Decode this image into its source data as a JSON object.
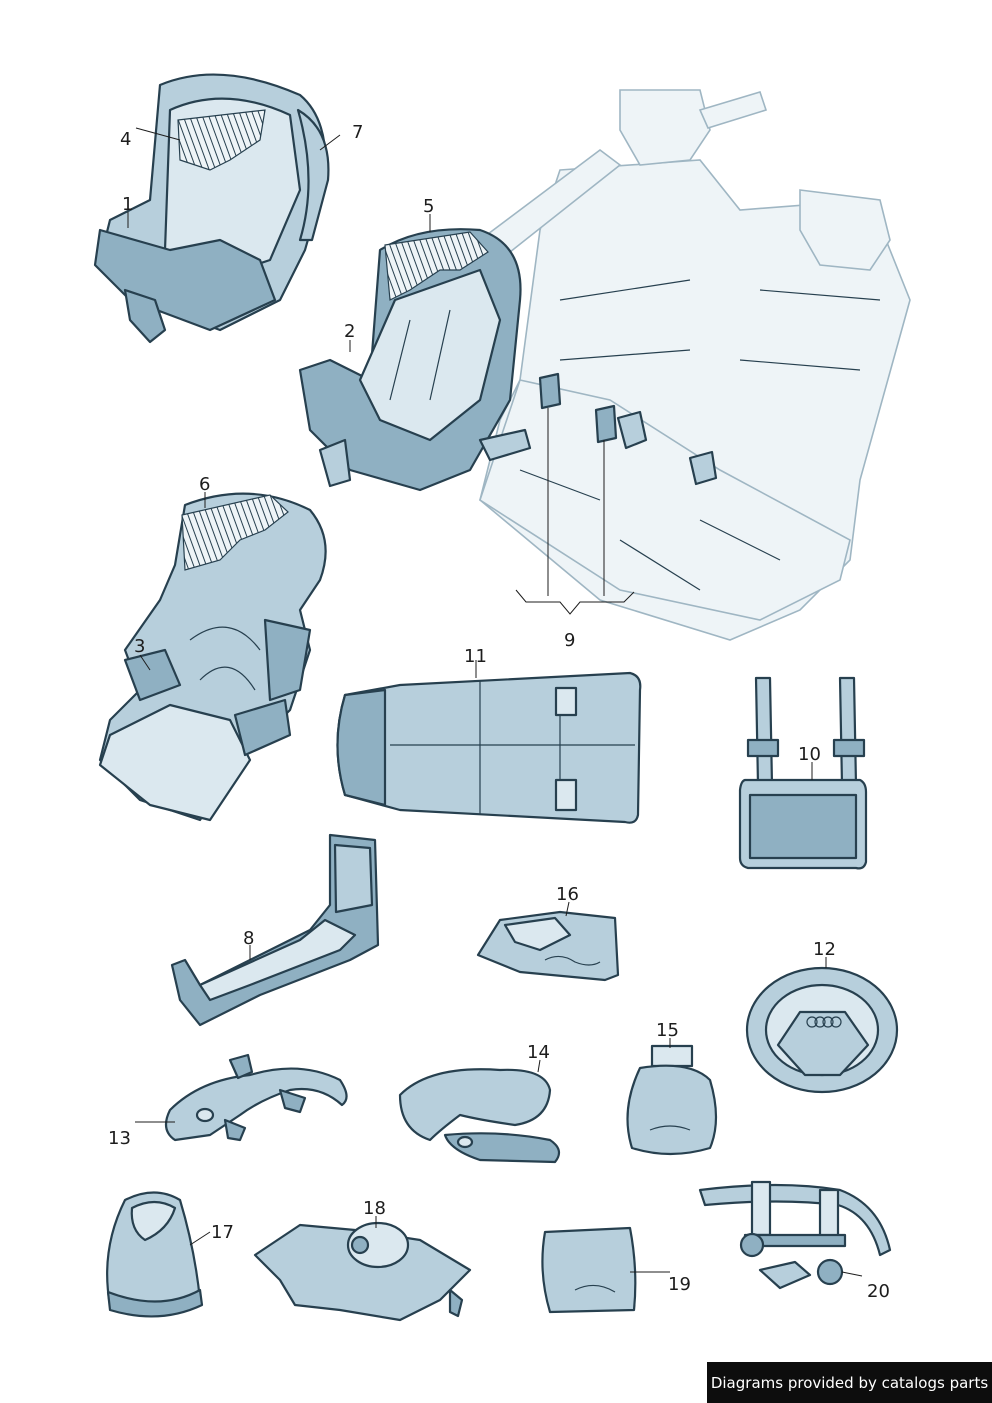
{
  "callouts": {
    "c1": "1",
    "c2": "2",
    "c3": "3",
    "c4": "4",
    "c5": "5",
    "c6": "6",
    "c7": "7",
    "c8": "8",
    "c9": "9",
    "c10": "10",
    "c11": "11",
    "c12": "12",
    "c13": "13",
    "c14": "14",
    "c15": "15",
    "c16": "16",
    "c17": "17",
    "c18": "18",
    "c19": "19",
    "c20": "20"
  },
  "footer": {
    "text": "Diagrams provided by catalogs parts"
  },
  "colors": {
    "part_dark": "#8fb0c2",
    "part_mid": "#b7cfdc",
    "part_light": "#dbe8ef",
    "outline": "#27404f"
  }
}
